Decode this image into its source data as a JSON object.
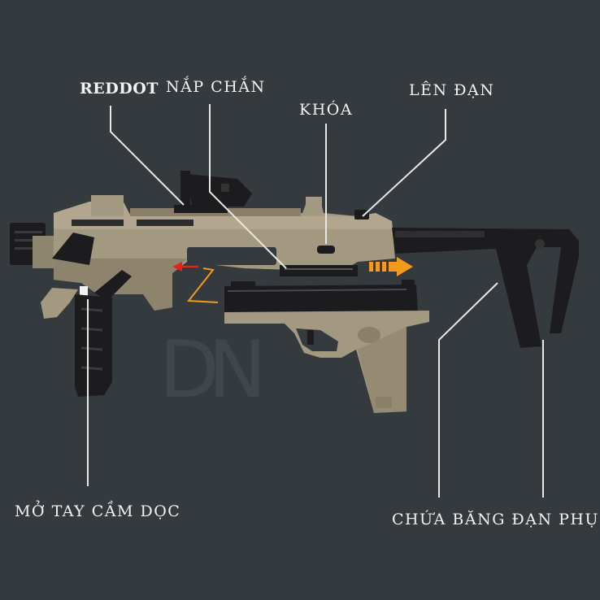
{
  "labels": {
    "reddot": "REDDOT",
    "nap_chan": "NẮP CHẮN",
    "khoa": "KHÓA",
    "len_dan": "LÊN ĐẠN",
    "mo_tay_cam_doc": "MỞ TAY CẦM DỌC",
    "chua_bang_dan_phu": "CHỨA BĂNG ĐẠN PHỤ"
  },
  "watermark": "DN",
  "colors": {
    "background": "#353a3e",
    "label_text": "#f2f2f2",
    "leader_line": "#e8e8e8",
    "tan_body": "#a39880",
    "black_parts": "#1c1c1e",
    "arrow_red": "#e0241b",
    "arrow_orange": "#f39a1e"
  }
}
